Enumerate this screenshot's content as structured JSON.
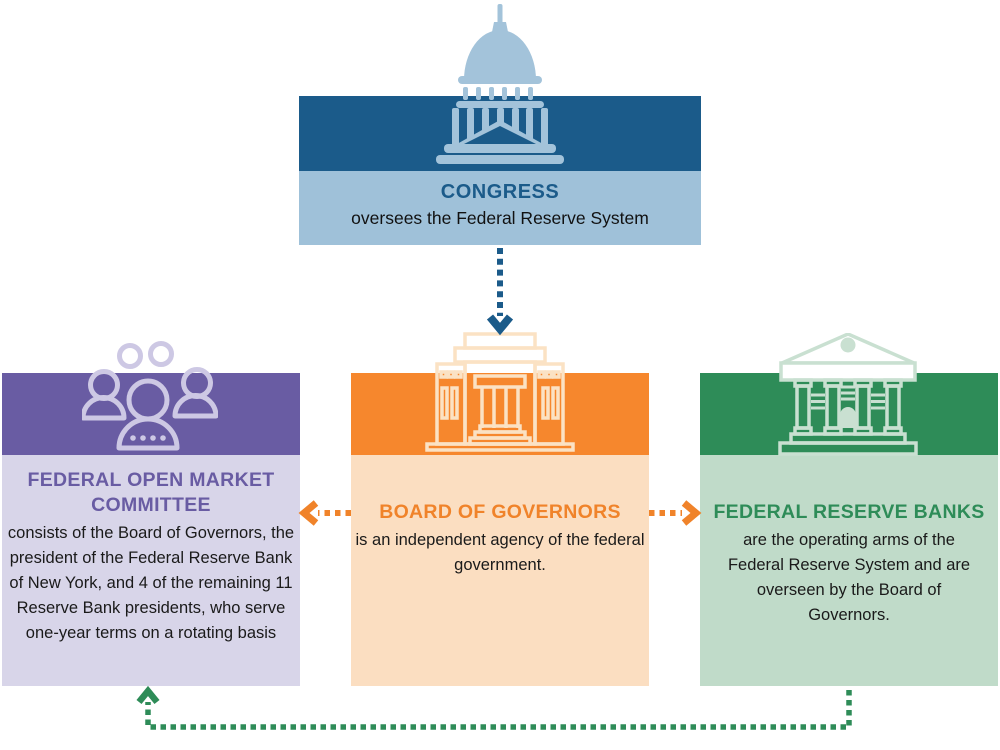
{
  "congress": {
    "title": "CONGRESS",
    "subtitle": "oversees the Federal Reserve System",
    "icon": "capitol-icon",
    "header_color": "#1B5B8A",
    "body_color": "#9FC1D9"
  },
  "board_of_governors": {
    "title": "BOARD OF GOVERNORS",
    "description": "is an independent agency of the federal government.",
    "icon": "government-building-icon",
    "header_color": "#F6872D",
    "body_color": "#FBDEC1",
    "title_color": "#F0832A"
  },
  "fomc": {
    "title": "FEDERAL OPEN MARKET COMMITTEE",
    "description": "consists of the Board of Governors, the president of the Federal Reserve Bank of New York, and 4 of the remaining 11 Reserve Bank presidents, who serve one-year terms on a rotating basis",
    "icon": "people-icon",
    "header_color": "#695CA3",
    "body_color": "#D8D5E9",
    "title_color": "#695CA3"
  },
  "federal_reserve_banks": {
    "title": "FEDERAL RESERVE BANKS",
    "description": "are the operating arms of the Federal Reserve System and are overseen by the Board of Governors.",
    "icon": "bank-icon",
    "header_color": "#2E8C58",
    "body_color": "#C0DBC9",
    "title_color": "#2E8C58"
  },
  "connectors": [
    {
      "from": "congress",
      "to": "board_of_governors",
      "style": "dotted",
      "direction": "down",
      "color": "#1B5B8A"
    },
    {
      "from": "board_of_governors",
      "to": "fomc",
      "style": "dotted",
      "direction": "left",
      "color": "#F0832A"
    },
    {
      "from": "board_of_governors",
      "to": "federal_reserve_banks",
      "style": "dotted",
      "direction": "right",
      "color": "#F0832A"
    },
    {
      "from": "federal_reserve_banks",
      "to": "fomc",
      "style": "dotted",
      "direction": "down-left-up",
      "color": "#2E8C58"
    }
  ]
}
